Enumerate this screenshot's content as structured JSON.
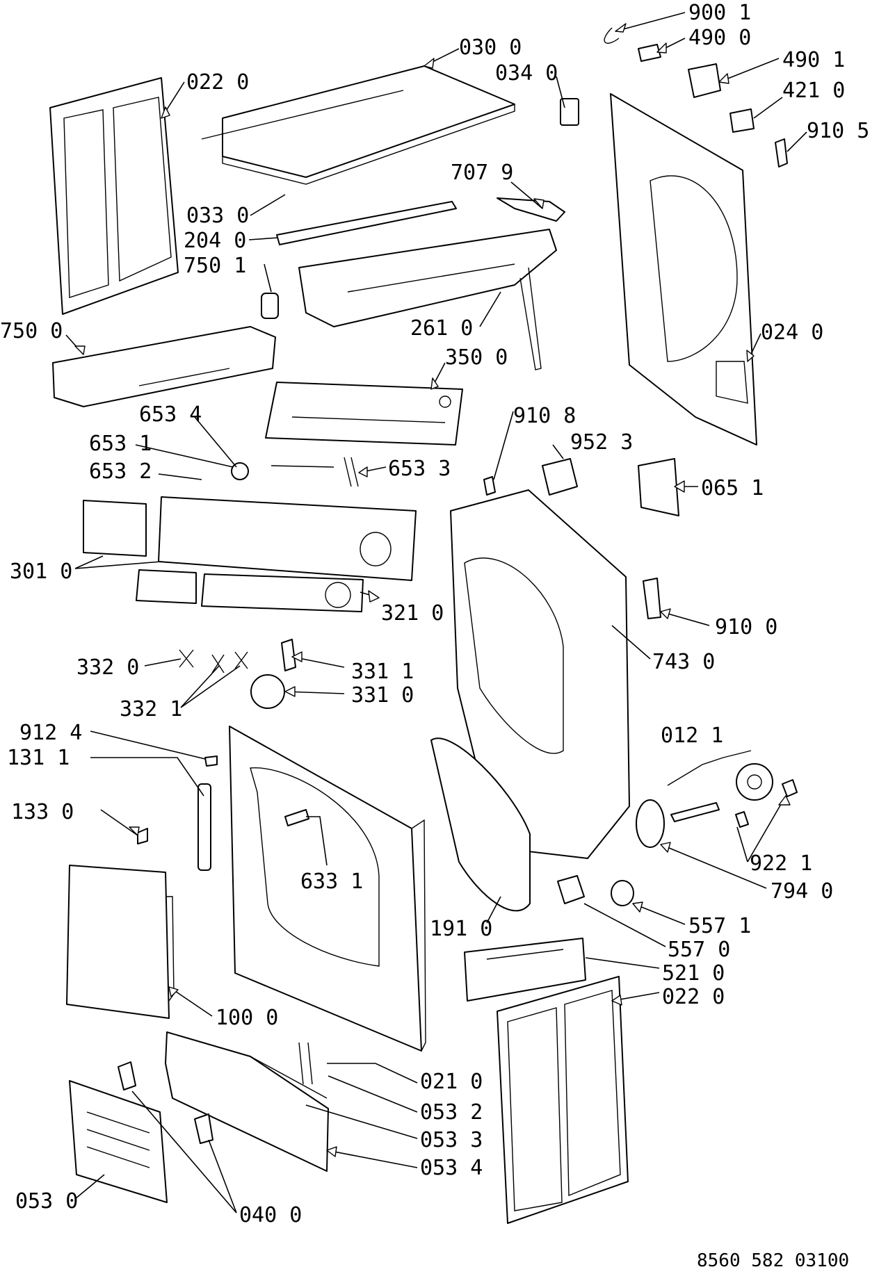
{
  "diagram": {
    "doc_code": "8560 582 03100",
    "callouts": [
      {
        "id": "c9001",
        "text": "900 1"
      },
      {
        "id": "c4900",
        "text": "490 0"
      },
      {
        "id": "c4901",
        "text": "490 1"
      },
      {
        "id": "c4210",
        "text": "421 0"
      },
      {
        "id": "c9105",
        "text": "910 5"
      },
      {
        "id": "c0300",
        "text": "030 0"
      },
      {
        "id": "c0340",
        "text": "034 0"
      },
      {
        "id": "c0220a",
        "text": "022 0"
      },
      {
        "id": "c7079",
        "text": "707 9"
      },
      {
        "id": "c0330",
        "text": "033 0"
      },
      {
        "id": "c2040",
        "text": "204 0"
      },
      {
        "id": "c7501",
        "text": "750 1"
      },
      {
        "id": "c7500",
        "text": "750 0"
      },
      {
        "id": "c2610",
        "text": "261 0"
      },
      {
        "id": "c0240",
        "text": "024 0"
      },
      {
        "id": "c3500",
        "text": "350 0"
      },
      {
        "id": "c6534",
        "text": "653 4"
      },
      {
        "id": "c6531",
        "text": "653 1"
      },
      {
        "id": "c6532",
        "text": "653 2"
      },
      {
        "id": "c6533",
        "text": "653 3"
      },
      {
        "id": "c9108",
        "text": "910 8"
      },
      {
        "id": "c9523",
        "text": "952 3"
      },
      {
        "id": "c0651",
        "text": "065 1"
      },
      {
        "id": "c3010",
        "text": "301 0"
      },
      {
        "id": "c3210",
        "text": "321 0"
      },
      {
        "id": "c9100",
        "text": "910 0"
      },
      {
        "id": "c7430",
        "text": "743 0"
      },
      {
        "id": "c3320",
        "text": "332 0"
      },
      {
        "id": "c3311",
        "text": "331 1"
      },
      {
        "id": "c3321",
        "text": "332 1"
      },
      {
        "id": "c3310",
        "text": "331 0"
      },
      {
        "id": "c9124",
        "text": "912 4"
      },
      {
        "id": "c1311",
        "text": "131 1"
      },
      {
        "id": "c0121",
        "text": "012 1"
      },
      {
        "id": "c1330",
        "text": "133 0"
      },
      {
        "id": "c6331",
        "text": "633 1"
      },
      {
        "id": "c9221",
        "text": "922 1"
      },
      {
        "id": "c7940",
        "text": "794 0"
      },
      {
        "id": "c5571",
        "text": "557 1"
      },
      {
        "id": "c1910",
        "text": "191 0"
      },
      {
        "id": "c5570",
        "text": "557 0"
      },
      {
        "id": "c5210",
        "text": "521 0"
      },
      {
        "id": "c0220b",
        "text": "022 0"
      },
      {
        "id": "c1000",
        "text": "100 0"
      },
      {
        "id": "c0210",
        "text": "021 0"
      },
      {
        "id": "c0532",
        "text": "053 2"
      },
      {
        "id": "c0533",
        "text": "053 3"
      },
      {
        "id": "c0534",
        "text": "053 4"
      },
      {
        "id": "c0530",
        "text": "053 0"
      },
      {
        "id": "c0400",
        "text": "040 0"
      }
    ]
  }
}
